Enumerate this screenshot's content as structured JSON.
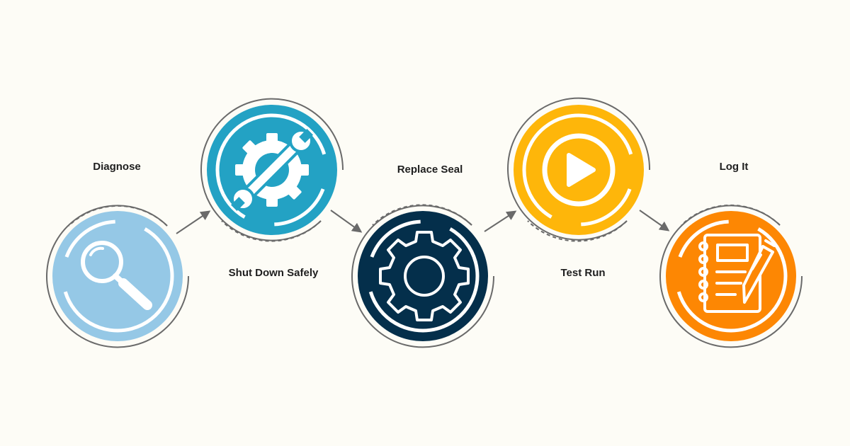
{
  "steps": [
    {
      "label": "Diagnose",
      "icon": "magnifier-icon",
      "color": "#95c8e6"
    },
    {
      "label": "Shut Down Safely",
      "icon": "gear-wrench-icon",
      "color": "#23a2c4"
    },
    {
      "label": "Replace Seal",
      "icon": "gear-icon",
      "color": "#042f4b"
    },
    {
      "label": "Test Run",
      "icon": "play-icon",
      "color": "#feb60a"
    },
    {
      "label": "Log It",
      "icon": "notepad-pen-icon",
      "color": "#fd8703"
    }
  ],
  "colors": {
    "background": "#fdfcf6",
    "outline": "#6a6a6a",
    "arrow": "#6a6a6a",
    "inner_ring": "#ffffff",
    "label_text": "#1f1f1f"
  }
}
